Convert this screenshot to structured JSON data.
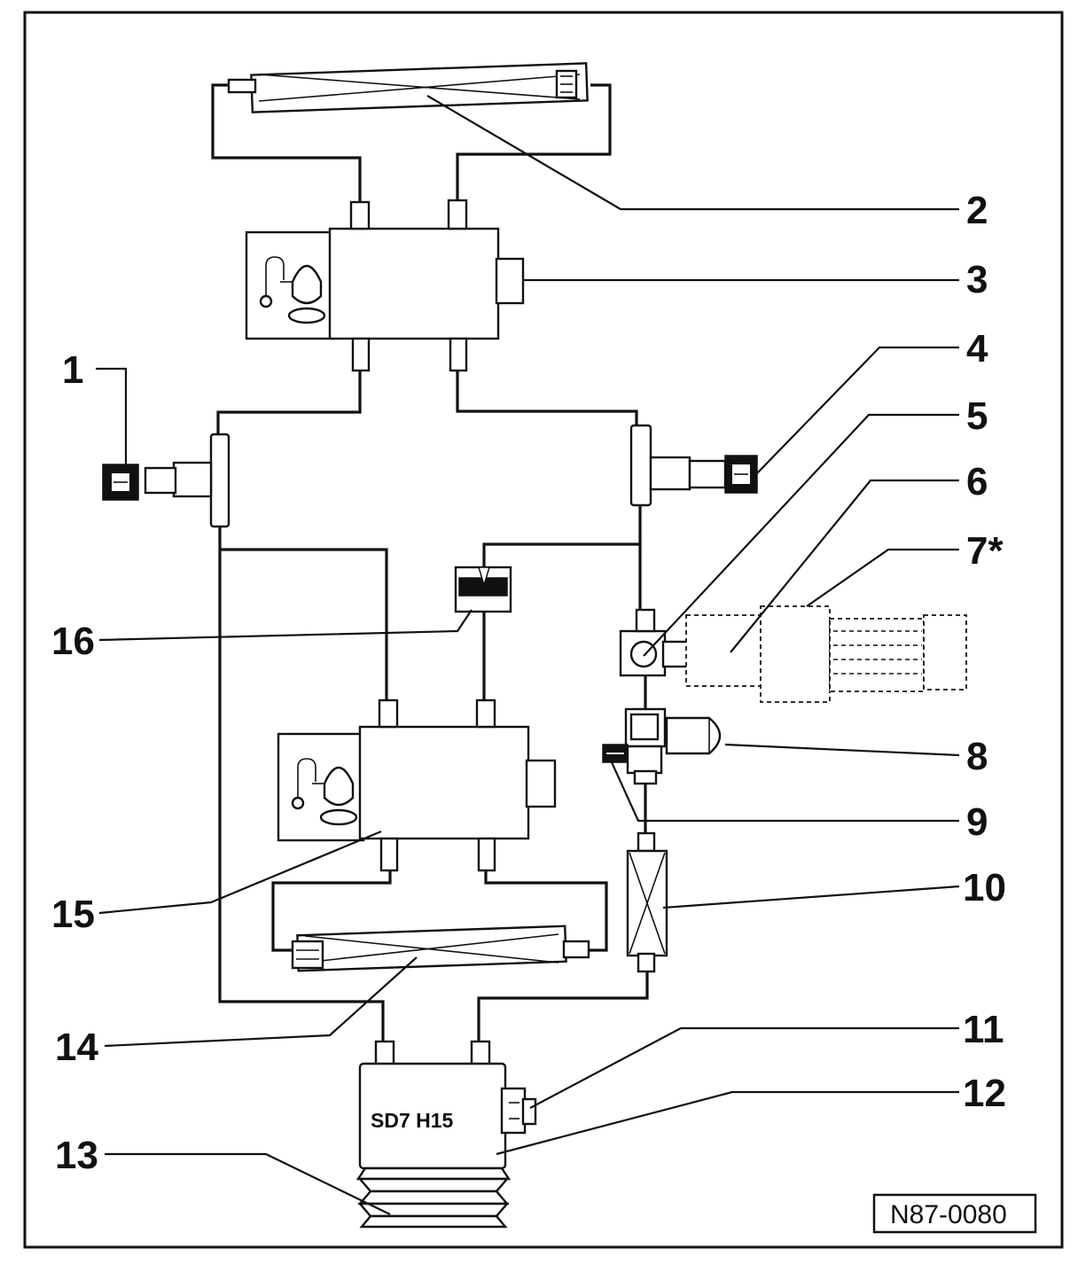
{
  "diagram": {
    "labels": {
      "l1": "1",
      "l2": "2",
      "l3": "3",
      "l4": "4",
      "l5": "5",
      "l6": "6",
      "l7": "7*",
      "l8": "8",
      "l9": "9",
      "l10": "10",
      "l11": "11",
      "l12": "12",
      "l13": "13",
      "l14": "14",
      "l15": "15",
      "l16": "16"
    },
    "compressor_model": "SD7 H15",
    "figure_ref": "N87-0080"
  }
}
